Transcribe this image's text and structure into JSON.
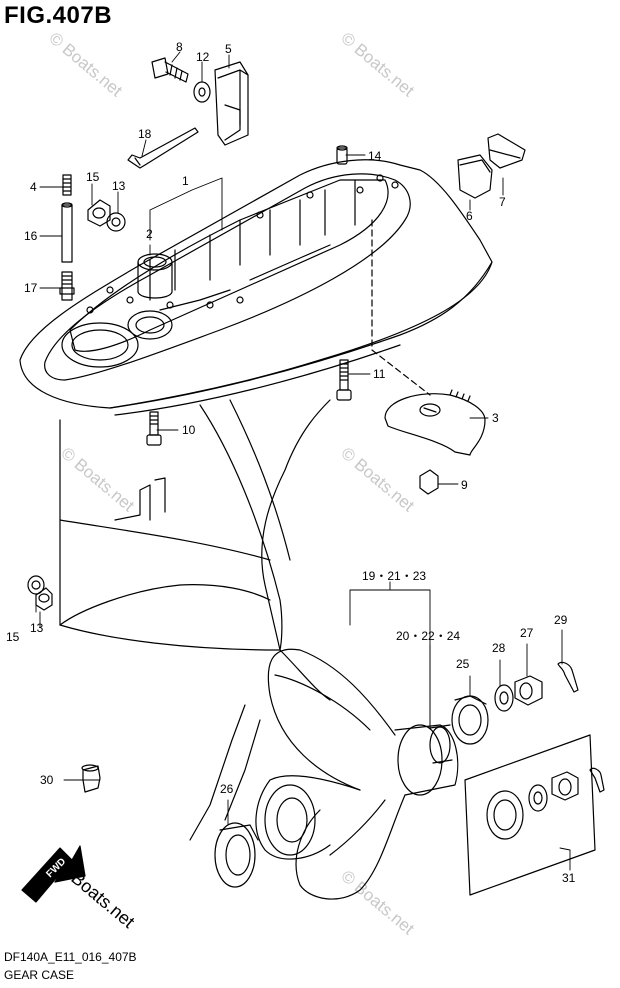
{
  "figure": {
    "title": "FIG.407B"
  },
  "footer": {
    "code": "DF140A_E11_016_407B",
    "caption": "GEAR CASE"
  },
  "watermark": {
    "text": "© Boats.net"
  },
  "logo": {
    "text": "Boats.net"
  },
  "fwd_badge": {
    "text": "FWD"
  },
  "callouts": [
    {
      "id": "c8",
      "text": "8"
    },
    {
      "id": "c12",
      "text": "12"
    },
    {
      "id": "c5",
      "text": "5"
    },
    {
      "id": "c18",
      "text": "18"
    },
    {
      "id": "c14",
      "text": "14"
    },
    {
      "id": "c15a",
      "text": "15"
    },
    {
      "id": "c13a",
      "text": "13"
    },
    {
      "id": "c4",
      "text": "4"
    },
    {
      "id": "c1",
      "text": "1"
    },
    {
      "id": "c6",
      "text": "6"
    },
    {
      "id": "c7",
      "text": "7"
    },
    {
      "id": "c16",
      "text": "16"
    },
    {
      "id": "c2",
      "text": "2"
    },
    {
      "id": "c17",
      "text": "17"
    },
    {
      "id": "c11",
      "text": "11"
    },
    {
      "id": "c3",
      "text": "3"
    },
    {
      "id": "c10",
      "text": "10"
    },
    {
      "id": "c9",
      "text": "9"
    },
    {
      "id": "c15b",
      "text": "15"
    },
    {
      "id": "c13b",
      "text": "13"
    },
    {
      "id": "c192123",
      "text": "19・21・23"
    },
    {
      "id": "c202224",
      "text": "20・22・24"
    },
    {
      "id": "c28",
      "text": "28"
    },
    {
      "id": "c27",
      "text": "27"
    },
    {
      "id": "c29",
      "text": "29"
    },
    {
      "id": "c25",
      "text": "25"
    },
    {
      "id": "c30",
      "text": "30"
    },
    {
      "id": "c26",
      "text": "26"
    },
    {
      "id": "c31",
      "text": "31"
    }
  ],
  "colors": {
    "line": "#000000",
    "watermark": "#c8c8c8",
    "background": "#ffffff"
  }
}
